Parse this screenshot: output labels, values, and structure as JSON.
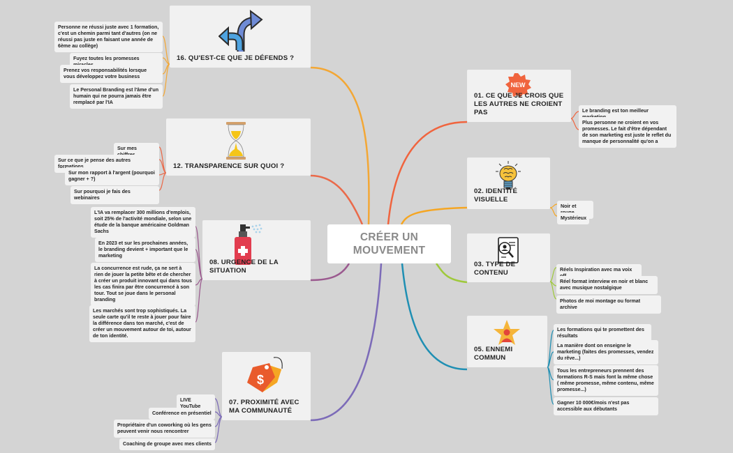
{
  "central": {
    "title": "CRÉER UN MOUVEMENT"
  },
  "topics": [
    {
      "title": "01. CE QUE JE CROIS QUE LES AUTRES NE CROIENT PAS",
      "icon": "new-badge-icon",
      "color": "#f0643e",
      "items": [
        "Le branding est ton meilleur marketing.",
        "Plus personne ne croient en vos promesses. Le fait d'être dépendant de son marketing est juste le reflet du manque de personnalité qu'on a"
      ]
    },
    {
      "title": "02. IDENTITÉ VISUELLE",
      "icon": "brain-lightbulb-icon",
      "color": "#f5a623",
      "items": [
        "Noir et rouge",
        "Mystérieux"
      ]
    },
    {
      "title": "03. TYPE DE CONTENU",
      "icon": "document-search-icon",
      "color": "#9fc93c",
      "items": [
        "Réels Inspiration avec ma voix off",
        "Réel format interview en noir et blanc avec musique nostalgique",
        "Photos de moi montage ou format archive"
      ]
    },
    {
      "title": "05. ENNEMI COMMUN",
      "icon": "star-person-icon",
      "color": "#1f8fb3",
      "items": [
        "Les formations qui te promettent des résultats",
        "La manière dont on enseigne le marketing (faites des promesses, vendez du rêve...)",
        "Tous les entrepreneurs prennent des formations R-S mais font la même chose ( même promesse, même contenu, même promesse...)",
        "Gagner 10 000€/mois n'est pas accessible aux débutants"
      ]
    },
    {
      "title": "07. PROXIMITÉ AVEC MA COMMUNAUTÉ",
      "icon": "price-tag-icon",
      "color": "#7c6bb8",
      "items": [
        "LIVE YouTube",
        "Conférence en présentiel",
        "Propriétaire d'un coworking où les gens peuvent venir nous rencontrer",
        "Coaching de groupe avec mes clients"
      ]
    },
    {
      "title": "08. URGENCE DE LA SITUATION",
      "icon": "spray-bottle-icon",
      "color": "#9b5a8f",
      "items": [
        "L'IA va remplacer 300 millions d'emplois, soit 25% de l'activité mondiale, selon une étude de la banque américaine Goldman Sachs",
        "En 2023 et sur les prochaines années, le branding devient + important que le marketing",
        "La concurrence est rude, ça ne sert à rien de jouer la petite bête et de chercher à créer un produit innovant qui dans tous les cas finira par être concurrencé à son tour. Tout se joue dans le personal branding",
        "Les marchés sont trop sophistiqués. La seule carte qu'il te reste à jouer pour faire la différence dans ton marché, c'est de créer un mouvement autour de toi, autour de ton identité."
      ]
    },
    {
      "title": "12. TRANSPARENCE SUR QUOI ?",
      "icon": "hourglass-icon",
      "color": "#ea6a4a",
      "items": [
        "Sur mes chiffres",
        "Sur ce que je pense des autres formations",
        "Sur mon rapport à l'argent (pourquoi gagner + ?)",
        "Sur pourquoi je fais des webinaires"
      ]
    },
    {
      "title": "16. QU'EST-CE QUE JE DÉFENDS ?",
      "icon": "split-arrows-icon",
      "color": "#f3a735",
      "items": [
        "Personne ne réussi juste avec 1 formation, c'est un chemin parmi tant d'autres (on ne réussi pas juste en faisant une année de 6ème au collège)",
        "Fuyez toutes les promesses miracles",
        "Prenez vos responsabilités lorsque vous développez votre business",
        "Le Personal Branding est l'âme d'un humain qui ne pourra jamais être remplacé par l'IA"
      ]
    }
  ]
}
